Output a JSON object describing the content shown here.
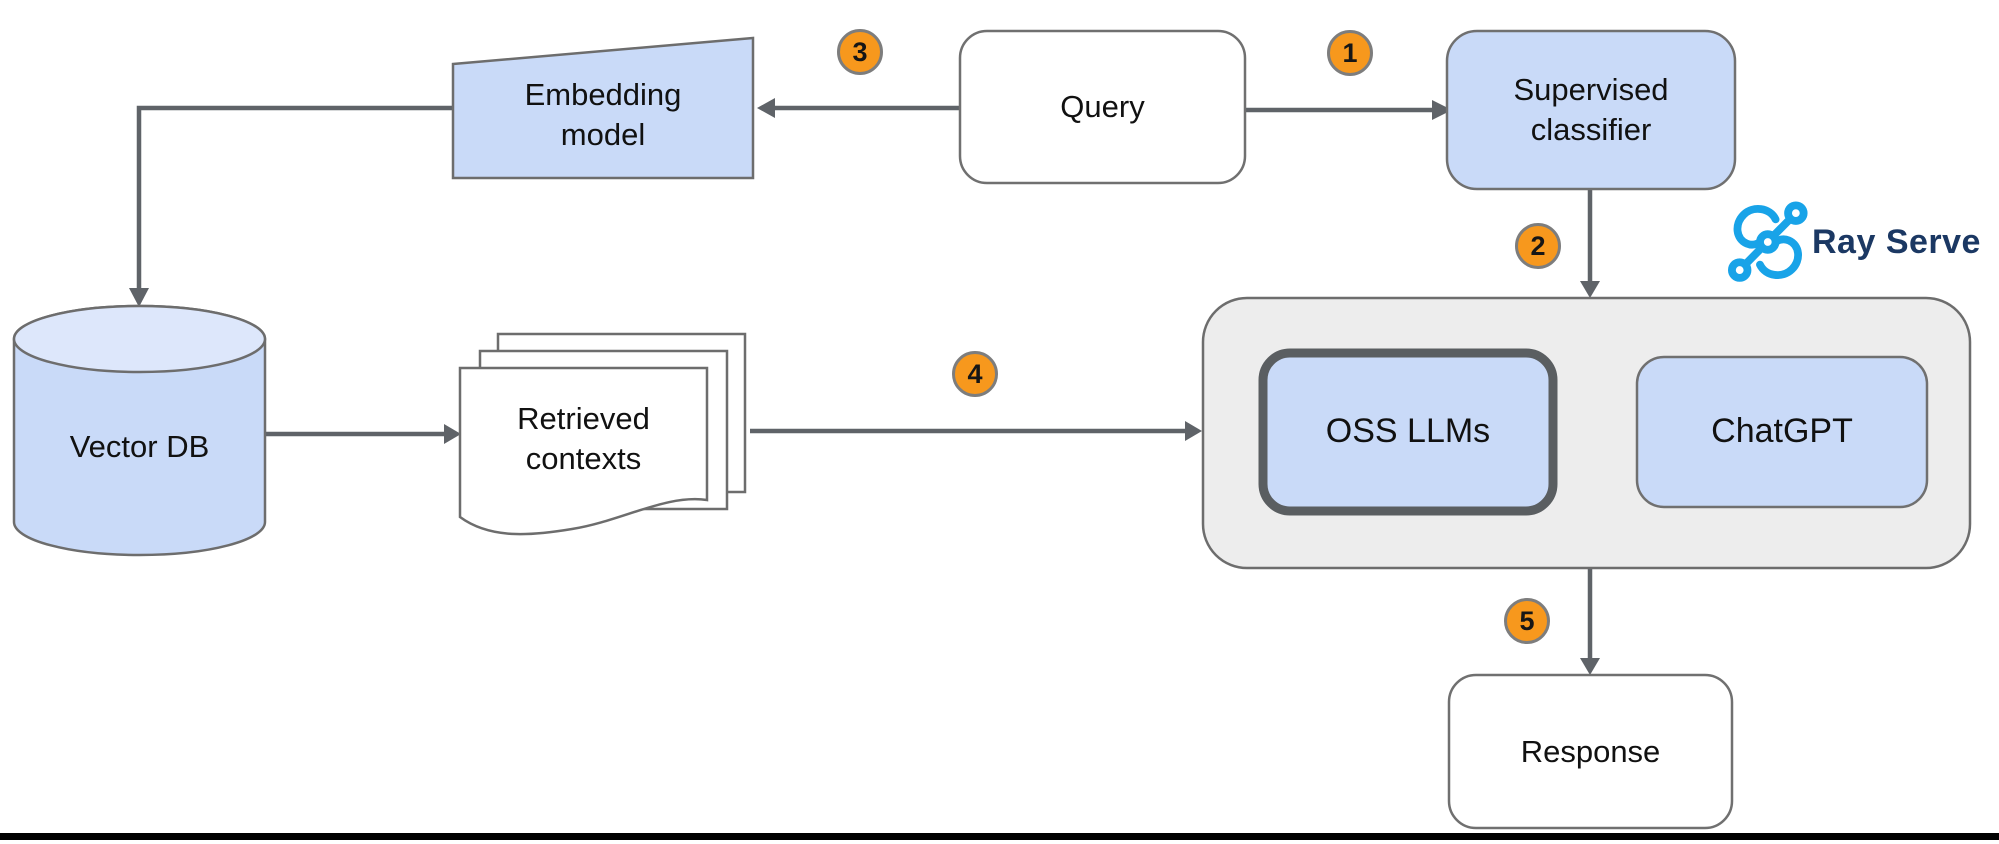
{
  "nodes": {
    "embedding_model": {
      "line1": "Embedding",
      "line2": "model"
    },
    "query": {
      "label": "Query"
    },
    "supervised_classifier": {
      "line1": "Supervised",
      "line2": "classifier"
    },
    "vector_db": {
      "label": "Vector DB"
    },
    "retrieved_contexts": {
      "line1": "Retrieved",
      "line2": "contexts"
    },
    "oss_llms": {
      "label": "OSS LLMs"
    },
    "chatgpt": {
      "label": "ChatGPT"
    },
    "response": {
      "label": "Response"
    }
  },
  "steps": {
    "s1": "1",
    "s2": "2",
    "s3": "3",
    "s4": "4",
    "s5": "5"
  },
  "logo": {
    "brand": "Ray Serve"
  },
  "colors": {
    "node_fill": "#c9daf8",
    "cylinder_top_fill": "#dde7fb",
    "container_fill": "#ededed",
    "border_gray": "#6d6d6d",
    "thick_border_gray": "#5a5e61",
    "arrow_gray": "#5f6368",
    "badge_orange": "#f7981d",
    "logo_blue": "#18a3e8",
    "logo_navy": "#1b3863",
    "footer_black": "#000000"
  }
}
